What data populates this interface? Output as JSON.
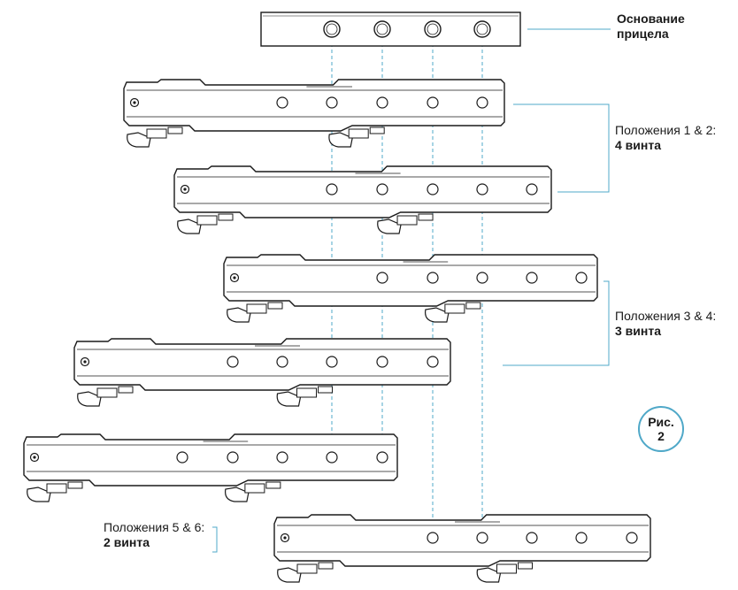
{
  "labels": {
    "base": {
      "line1": "Основание",
      "line2": "прицела"
    },
    "pos12": {
      "line1": "Положения 1 & 2:",
      "line2": "4 винта"
    },
    "pos34": {
      "line1": "Положения 3 & 4:",
      "line2": "3 винта"
    },
    "pos56": {
      "line1": "Положения 5 & 6:",
      "line2": "2 винта"
    }
  },
  "figure": {
    "line1": "Рис.",
    "line2": "2"
  },
  "colors": {
    "line": "#1a1a1a",
    "accent": "#4fa8c8",
    "fill": "#ffffff"
  },
  "mount_positions": [
    {
      "position": 1,
      "screws": 4
    },
    {
      "position": 2,
      "screws": 4
    },
    {
      "position": 3,
      "screws": 3
    },
    {
      "position": 4,
      "screws": 3
    },
    {
      "position": 5,
      "screws": 2
    },
    {
      "position": 6,
      "screws": 2
    }
  ]
}
